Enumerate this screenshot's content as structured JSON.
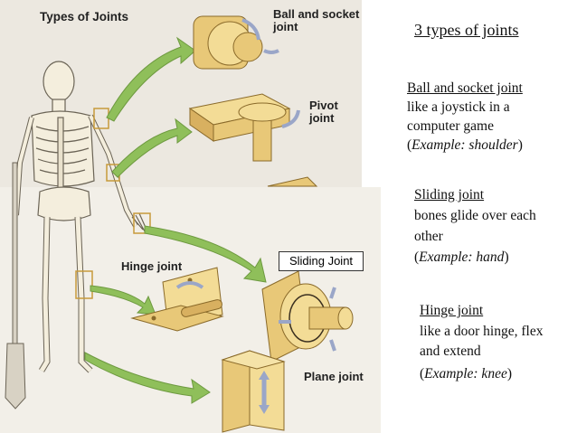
{
  "figure": {
    "title": "Types of Joints",
    "labels": {
      "ball_socket": "Ball and socket joint",
      "pivot": "Pivot joint",
      "hinge": "Hinge joint",
      "plane": "Plane joint",
      "sliding_box": "Sliding Joint"
    }
  },
  "slide": {
    "heading": "3 types of joints",
    "sections": [
      {
        "name": "Ball and socket joint",
        "lines": [
          "like a joystick in a",
          "computer game"
        ],
        "example_prefix": "(",
        "example": "Example: shoulder",
        "example_suffix": ")"
      },
      {
        "name": "Sliding joint",
        "lines": [
          "bones glide over each",
          "other"
        ],
        "example_prefix": "(",
        "example": "Example: hand",
        "example_suffix": ")"
      },
      {
        "name": "Hinge joint",
        "lines": [
          "like a door hinge, flex",
          "and extend"
        ],
        "example_prefix": "(",
        "example": "Example: knee",
        "example_suffix": ")"
      }
    ]
  },
  "colors": {
    "bone": "#f2ead8",
    "joint": "#e8c878",
    "joint_dark": "#b8923c",
    "arrow": "#8fbf5a",
    "motion_arrow": "#9aa6c8"
  }
}
